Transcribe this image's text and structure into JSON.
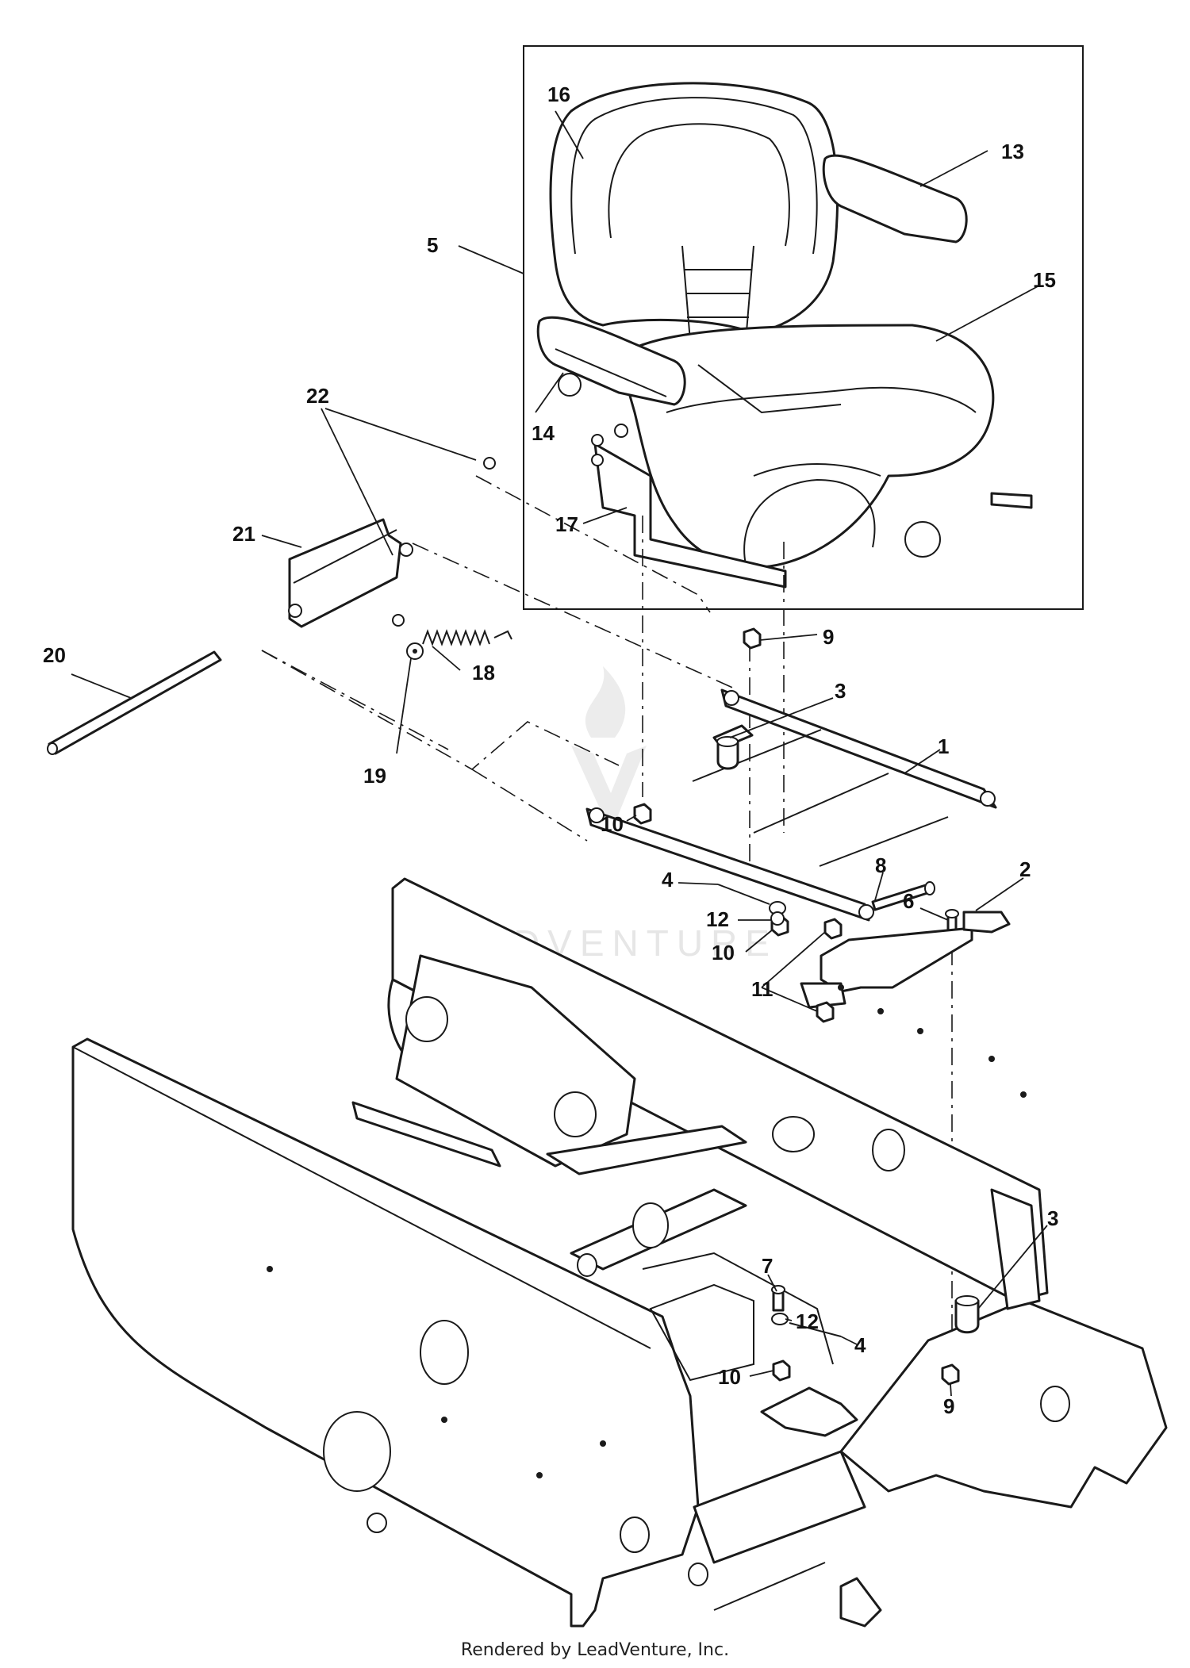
{
  "watermark": {
    "text": "LEADVENTURE"
  },
  "footer": {
    "text": "Rendered by LeadVenture, Inc."
  },
  "callouts": {
    "c1": "1",
    "c2": "2",
    "c3a": "3",
    "c3b": "3",
    "c4a": "4",
    "c4b": "4",
    "c5": "5",
    "c6": "6",
    "c7": "7",
    "c8": "8",
    "c9a": "9",
    "c9b": "9",
    "c10a": "10",
    "c10b": "10",
    "c10c": "10",
    "c11": "11",
    "c12a": "12",
    "c12b": "12",
    "c13": "13",
    "c14": "14",
    "c15": "15",
    "c16": "16",
    "c17": "17",
    "c18": "18",
    "c19": "19",
    "c20": "20",
    "c21": "21",
    "c22": "22"
  }
}
